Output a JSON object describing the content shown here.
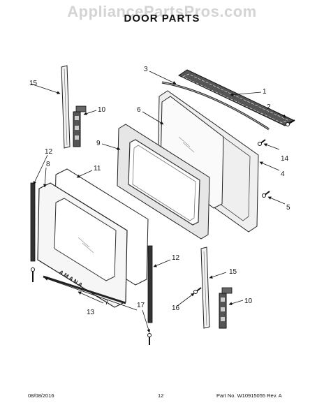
{
  "watermark": "AppliancePartsPros.com",
  "title": "DOOR PARTS",
  "brand_mark": "AMANA",
  "callouts": {
    "c1": "1",
    "c2": "2",
    "c3": "3",
    "c4": "4",
    "c5": "5",
    "c6": "6",
    "c7": "7",
    "c8": "8",
    "c9": "9",
    "c10a": "10",
    "c10b": "10",
    "c11": "11",
    "c12a": "12",
    "c12b": "12",
    "c13": "13",
    "c14": "14",
    "c15a": "15",
    "c15b": "15",
    "c16": "16",
    "c17": "17"
  },
  "footer": {
    "date": "08/08/2016",
    "page": "12",
    "part_number": "Part No. W10915055  Rev. A"
  }
}
